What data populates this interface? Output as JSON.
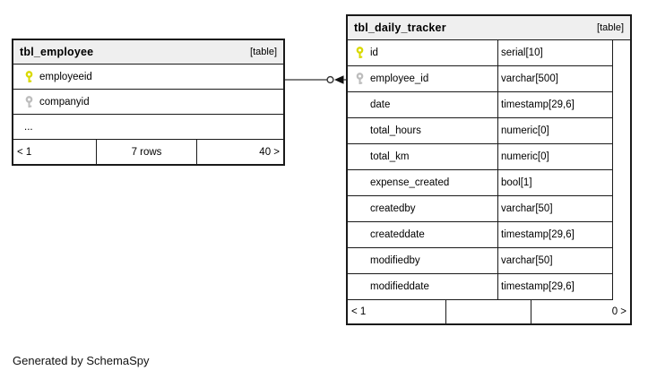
{
  "page": {
    "background": "#ffffff",
    "footer_note": "Generated by SchemaSpy"
  },
  "colors": {
    "header_bg": "#efefef",
    "border": "#1a1a1a",
    "row_bg": "#ffffff",
    "primary_key": "#d9d900",
    "foreign_key": "#bdbdbd",
    "connector": "#333333"
  },
  "icons": {
    "primary_key": "key-icon",
    "foreign_key": "key-icon",
    "connector_circle": "open-circle-icon",
    "connector_arrow": "solid-arrowhead-icon"
  },
  "tables": {
    "employee": {
      "title": "tbl_employee",
      "badge": "[table]",
      "columns": [
        {
          "name": "employeeid",
          "key": "primary"
        },
        {
          "name": "companyid",
          "key": "foreign"
        },
        {
          "name": "...",
          "key": "none"
        }
      ],
      "footer": {
        "left": "< 1",
        "center": "7 rows",
        "right": "40 >"
      }
    },
    "daily_tracker": {
      "title": "tbl_daily_tracker",
      "badge": "[table]",
      "columns": [
        {
          "name": "id",
          "type": "serial[10]",
          "key": "primary"
        },
        {
          "name": "employee_id",
          "type": "varchar[500]",
          "key": "foreign"
        },
        {
          "name": "date",
          "type": "timestamp[29,6]",
          "key": "none"
        },
        {
          "name": "total_hours",
          "type": "numeric[0]",
          "key": "none"
        },
        {
          "name": "total_km",
          "type": "numeric[0]",
          "key": "none"
        },
        {
          "name": "expense_created",
          "type": "bool[1]",
          "key": "none"
        },
        {
          "name": "createdby",
          "type": "varchar[50]",
          "key": "none"
        },
        {
          "name": "createddate",
          "type": "timestamp[29,6]",
          "key": "none"
        },
        {
          "name": "modifiedby",
          "type": "varchar[50]",
          "key": "none"
        },
        {
          "name": "modifieddate",
          "type": "timestamp[29,6]",
          "key": "none"
        }
      ],
      "footer": {
        "left": "< 1",
        "center": "",
        "right": "0 >"
      }
    }
  }
}
